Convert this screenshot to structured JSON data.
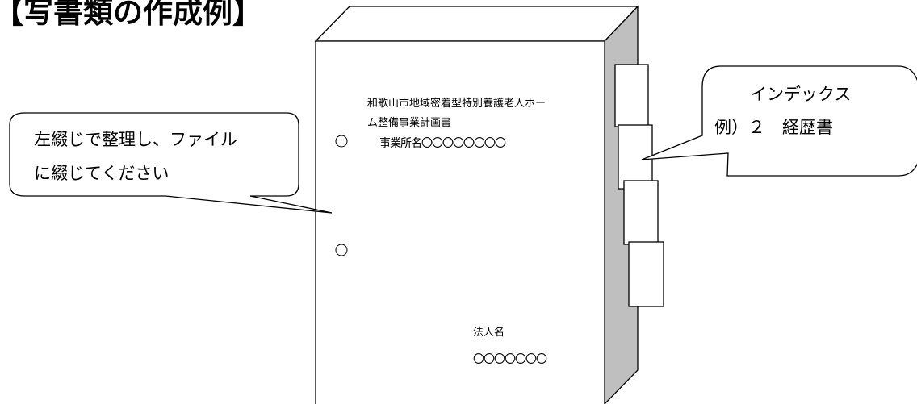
{
  "heading": "【写書類の作成例】",
  "binder": {
    "cover_title_line1": "和歌山市地域密着型特別養護老人ホー",
    "cover_title_line2": "ム整備事業計画書",
    "cover_title_line3": "事業所名〇〇〇〇〇〇〇〇",
    "corp_label": "法人名",
    "corp_value": "〇〇〇〇〇〇〇"
  },
  "left_callout": {
    "line1": "左綴じで整理し、ファイル",
    "line2": "に綴じてください"
  },
  "right_callout": {
    "line1": "インデックス",
    "line2": "例）２　経歴書"
  }
}
